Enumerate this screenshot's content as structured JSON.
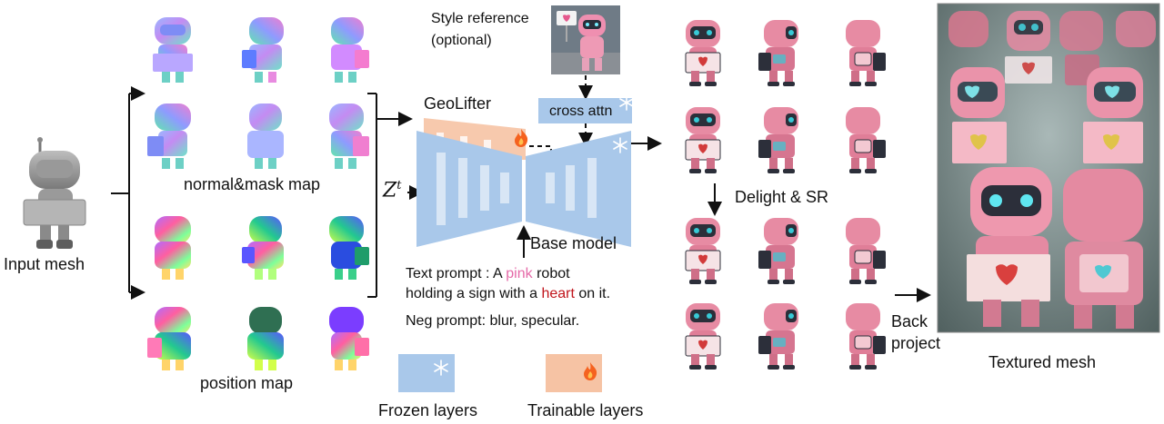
{
  "labels": {
    "input_mesh": "Input mesh",
    "normal_mask": "normal&mask map",
    "position_map": "position map",
    "style_reference": "Style reference",
    "optional": "(optional)",
    "geolifter": "GeoLifter",
    "cross_attn": "cross attn",
    "zt_main": "Z",
    "zt_sup": "t",
    "base_model": "Base model",
    "text_prompt_prefix": "Text prompt : A ",
    "text_prompt_pink": "pink",
    "text_prompt_mid": " robot",
    "text_prompt_line2_prefix": "holding a sign with a ",
    "text_prompt_heart": "heart",
    "text_prompt_suffix": " on it.",
    "neg_prompt": "Neg prompt: blur, specular.",
    "frozen_layers": "Frozen layers",
    "trainable_layers": "Trainable layers",
    "delight_sr": "Delight & SR",
    "back": "Back",
    "project": "project",
    "textured_mesh": "Textured mesh"
  },
  "colors": {
    "frozen": "#a9c8ea",
    "trainable": "#f6c3a4",
    "pink_word": "#e56aa8",
    "heart_word": "#c0141b",
    "robot_pink": "#e78ba3",
    "robot_dark": "#2c2f3a",
    "robot_cyan": "#37c9d6"
  },
  "icons": {
    "snowflake": "snowflake-icon",
    "flame": "flame-icon"
  }
}
